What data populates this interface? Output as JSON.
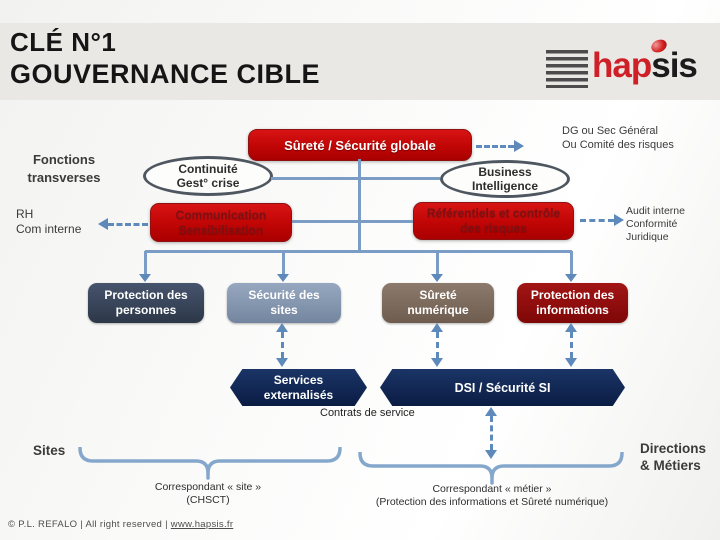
{
  "header": {
    "title_line1": "CLÉ N°1",
    "title_line2": "GOUVERNANCE CIBLE"
  },
  "logo": {
    "hap": "hap",
    "sis": "sis"
  },
  "governance": {
    "top_banner": "Sûreté / Sécurité globale",
    "dg_note": "DG ou Sec Général\nOu Comité des risques",
    "fonctions_label": "Fonctions\ntransverses",
    "continuite_ellipse": "Continuité\nGest° crise",
    "business_ellipse": "Business\nIntelligence",
    "rh_note": "RH\nCom interne",
    "communication_box": "Communication\nSensibilisation",
    "referentiels_box": "Référentiels et contrôle\ndes risques",
    "audit_note": "Audit interne\nConformité\nJuridique",
    "pillars": [
      {
        "id": "protection-personnes",
        "label": "Protection des\npersonnes",
        "color": "#2e3a4c"
      },
      {
        "id": "securite-sites",
        "label": "Sécurité des\nsites",
        "color": "#8294ae"
      },
      {
        "id": "surete-numerique",
        "label": "Sûreté\nnumérique",
        "color": "#7b6759"
      },
      {
        "id": "protection-informations",
        "label": "Protection des\ninformations",
        "color": "#8e0d0d"
      }
    ],
    "services_hex": "Services\nexternalisés",
    "dsi_hex": "DSI / Sécurité SI",
    "contrats_note": "Contrats de service",
    "sites_label": "Sites",
    "directions_label": "Directions\n& Métiers",
    "correspondant_site": "Correspondant « site »\n(CHSCT)",
    "correspondant_metier": "Correspondant « métier »\n(Protection des informations et Sûreté numérique)"
  },
  "footer": {
    "copyright": "© P.L. REFALO | All right reserved | ",
    "link": "www.hapsis.fr"
  },
  "colors": {
    "accent_red": "#c00000",
    "dark_red_box": "#8e0d0d",
    "navy_hex": "#0e2351",
    "slate_dark": "#2e3a4c",
    "slate_light": "#8294ae",
    "brown": "#7b6759",
    "connector_blue": "#6f96c3",
    "brace_blue": "#85a7cc",
    "title_band": "#e9e8e5",
    "logo_red": "#cf2027"
  }
}
